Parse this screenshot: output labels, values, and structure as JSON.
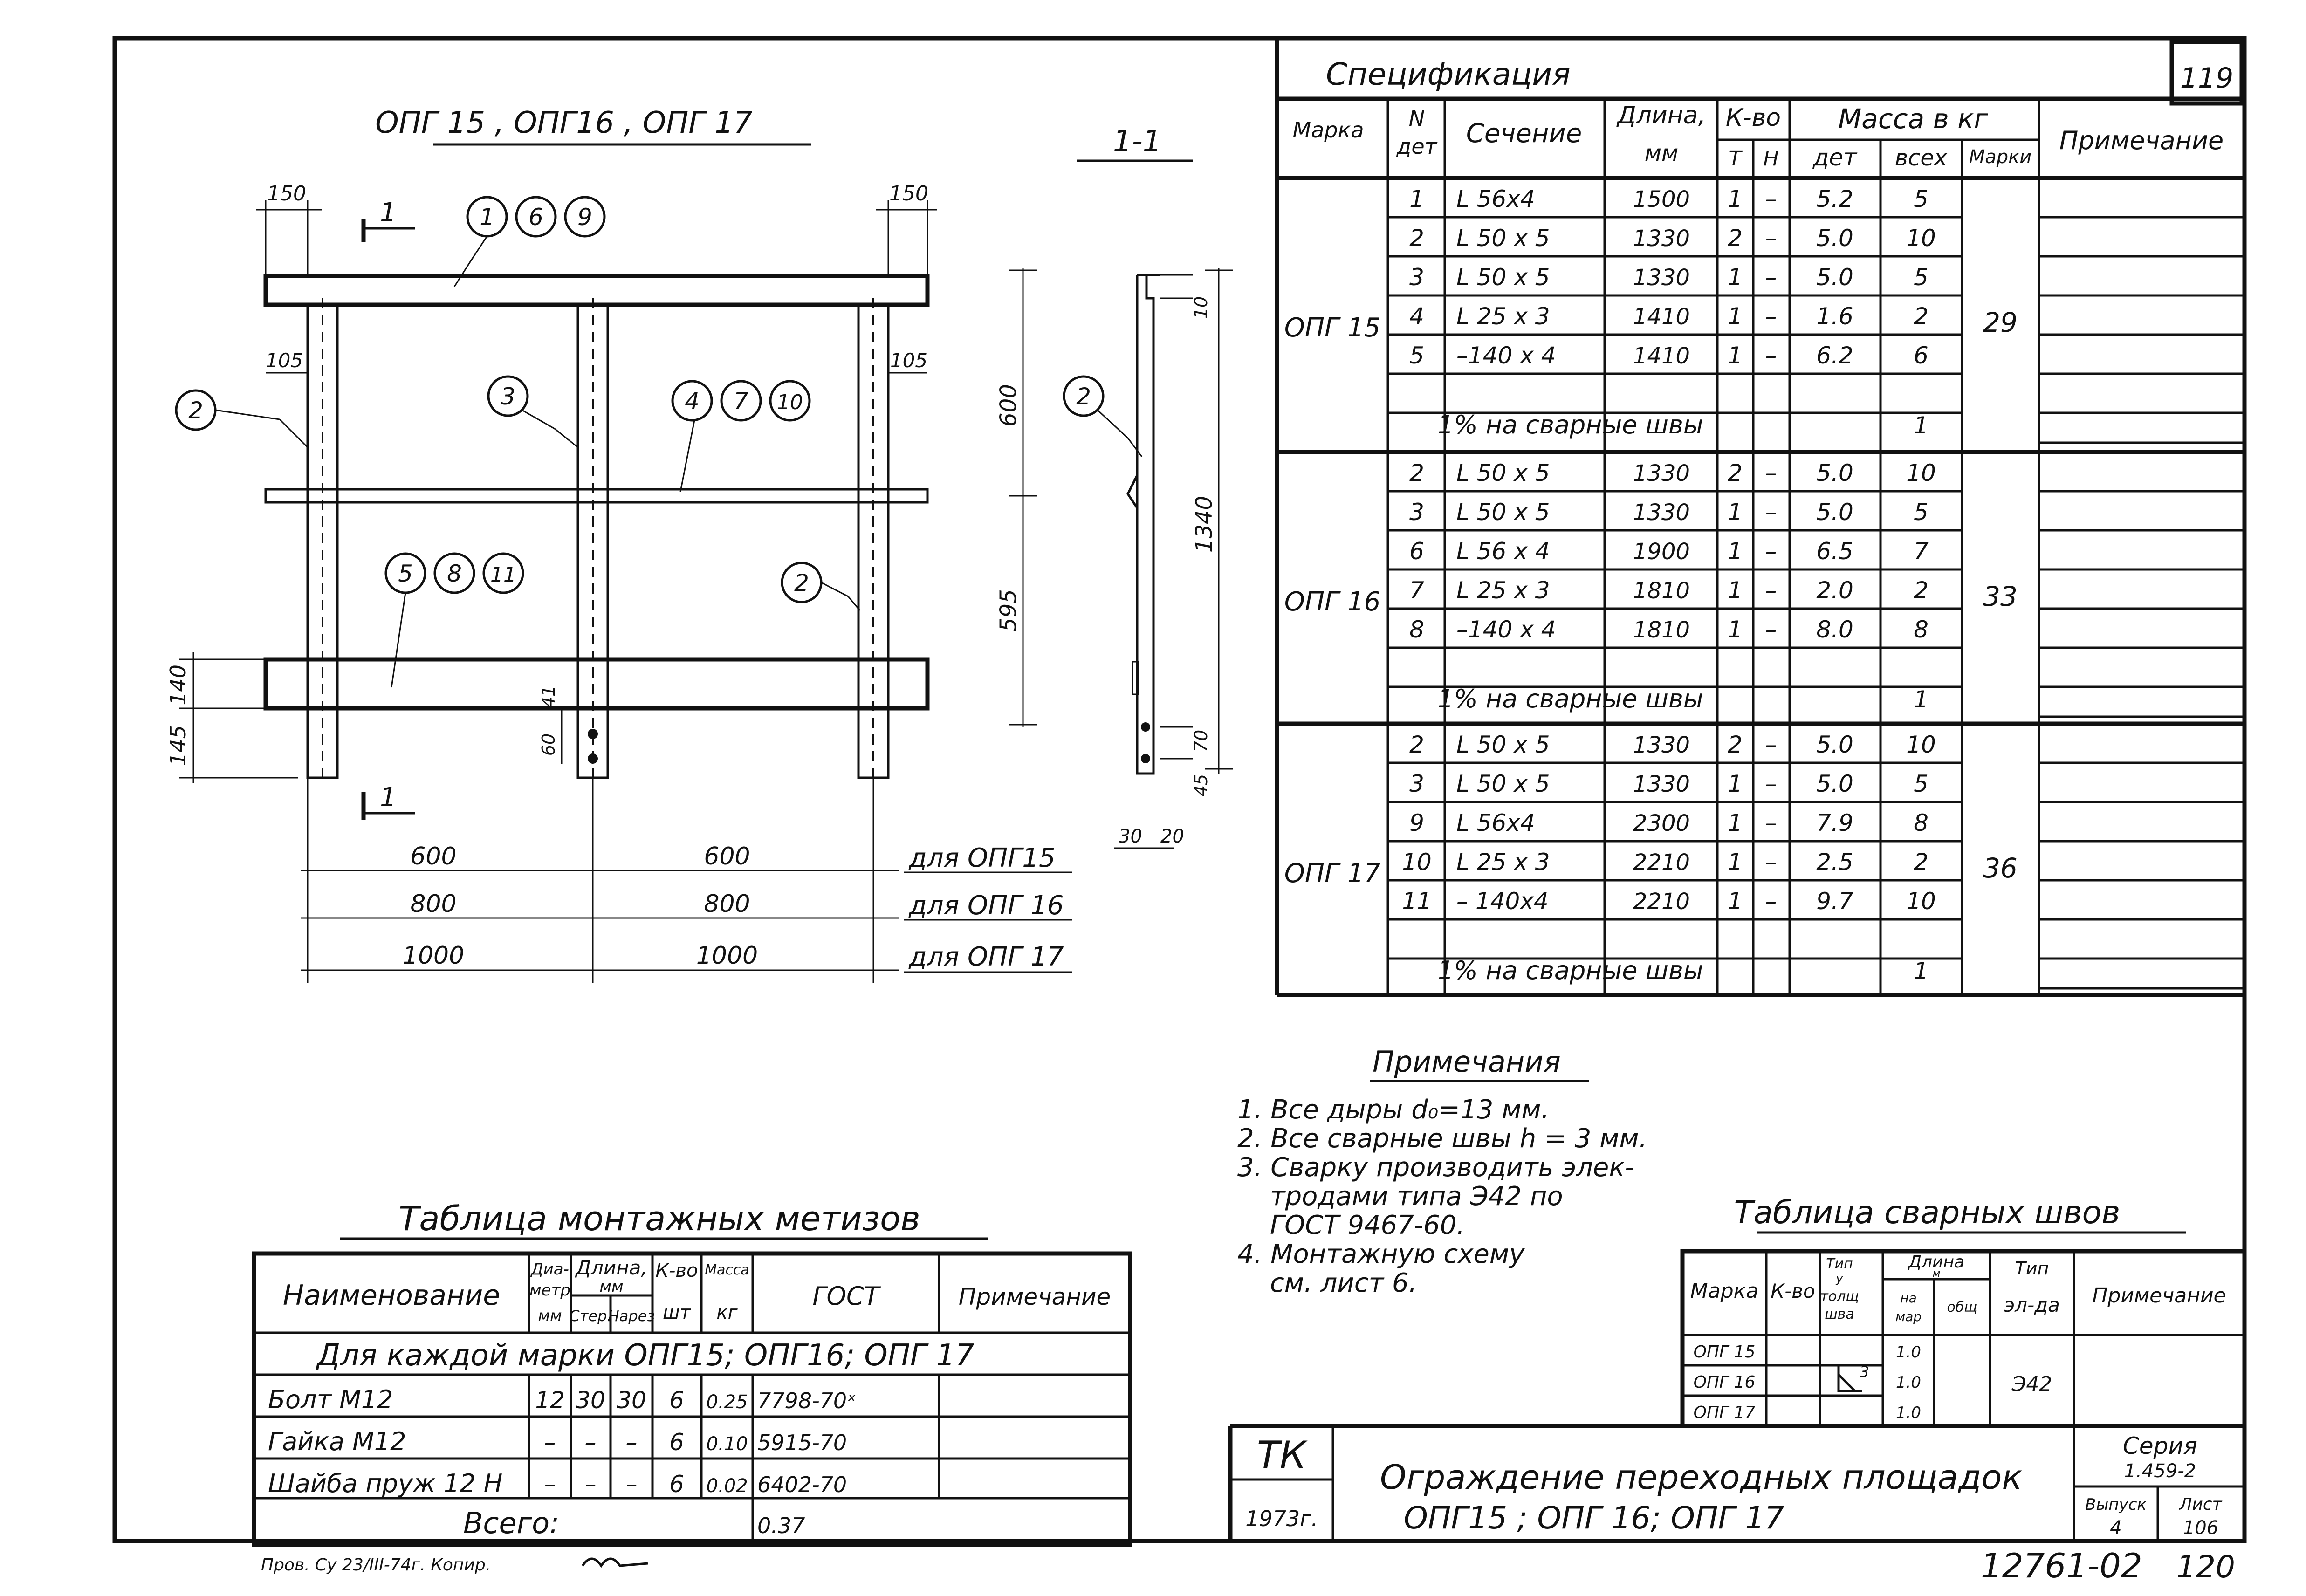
{
  "sheet_number": "119",
  "drawing": {
    "title": "ОПГ 15 , ОПГ16 , ОПГ 17",
    "section_title": "1-1",
    "section_mark": "1",
    "callouts": {
      "top_rail": [
        "1",
        "6",
        "9"
      ],
      "mid_rail": [
        "4",
        "7",
        "10"
      ],
      "bottom_plate": [
        "5",
        "8",
        "11"
      ],
      "post_left": "2",
      "post_mid": "3",
      "post_right": "2",
      "section_post": "2"
    },
    "dims": {
      "top_left": "150",
      "top_right": "150",
      "side_left": "105",
      "side_right": "105",
      "upper_span": "600",
      "lower_span": "595",
      "total_height": "1340",
      "plate_h": "140",
      "foot_h": "145",
      "hole_a": "41",
      "hole_b": "60",
      "sec_top": "10",
      "sec_b1": "70",
      "sec_b2": "45",
      "sec_w1": "30",
      "sec_w2": "20"
    },
    "spans": [
      {
        "a": "600",
        "b": "600",
        "label": "для ОПГ15"
      },
      {
        "a": "800",
        "b": "800",
        "label": "для ОПГ 16"
      },
      {
        "a": "1000",
        "b": "1000",
        "label": "для ОПГ 17"
      }
    ]
  },
  "spec": {
    "title": "Спецификация",
    "headers": {
      "marka": "Марка",
      "n": "N",
      "det": "дет",
      "section": "Сечение",
      "length": "Длина,",
      "mm": "мм",
      "qty": "К-во",
      "t": "Т",
      "n2": "Н",
      "mass": "Масса в кг",
      "m_det": "дет",
      "m_all": "всех",
      "m_mark": "Марки",
      "note": "Примечание"
    },
    "groups": [
      {
        "mark": "ОПГ 15",
        "total": "29",
        "weld_label": "1% на сварные швы",
        "weld_mass": "1",
        "rows": [
          {
            "n": "1",
            "sec": "L 56х4",
            "len": "1500",
            "t": "1",
            "h": "–",
            "m": "5.2",
            "all": "5"
          },
          {
            "n": "2",
            "sec": "L 50 х 5",
            "len": "1330",
            "t": "2",
            "h": "–",
            "m": "5.0",
            "all": "10"
          },
          {
            "n": "3",
            "sec": "L 50 х 5",
            "len": "1330",
            "t": "1",
            "h": "–",
            "m": "5.0",
            "all": "5"
          },
          {
            "n": "4",
            "sec": "L 25 х 3",
            "len": "1410",
            "t": "1",
            "h": "–",
            "m": "1.6",
            "all": "2"
          },
          {
            "n": "5",
            "sec": "–140 х 4",
            "len": "1410",
            "t": "1",
            "h": "–",
            "m": "6.2",
            "all": "6"
          }
        ]
      },
      {
        "mark": "ОПГ 16",
        "total": "33",
        "weld_label": "1% на сварные швы",
        "weld_mass": "1",
        "rows": [
          {
            "n": "2",
            "sec": "L 50 х 5",
            "len": "1330",
            "t": "2",
            "h": "–",
            "m": "5.0",
            "all": "10"
          },
          {
            "n": "3",
            "sec": "L 50 х 5",
            "len": "1330",
            "t": "1",
            "h": "–",
            "m": "5.0",
            "all": "5"
          },
          {
            "n": "6",
            "sec": "L 56 х 4",
            "len": "1900",
            "t": "1",
            "h": "–",
            "m": "6.5",
            "all": "7"
          },
          {
            "n": "7",
            "sec": "L 25 х 3",
            "len": "1810",
            "t": "1",
            "h": "–",
            "m": "2.0",
            "all": "2"
          },
          {
            "n": "8",
            "sec": "–140 х 4",
            "len": "1810",
            "t": "1",
            "h": "–",
            "m": "8.0",
            "all": "8"
          }
        ]
      },
      {
        "mark": "ОПГ 17",
        "total": "36",
        "weld_label": "1% на сварные швы",
        "weld_mass": "1",
        "rows": [
          {
            "n": "2",
            "sec": "L 50 х 5",
            "len": "1330",
            "t": "2",
            "h": "–",
            "m": "5.0",
            "all": "10"
          },
          {
            "n": "3",
            "sec": "L 50 х 5",
            "len": "1330",
            "t": "1",
            "h": "–",
            "m": "5.0",
            "all": "5"
          },
          {
            "n": "9",
            "sec": "L 56х4",
            "len": "2300",
            "t": "1",
            "h": "–",
            "m": "7.9",
            "all": "8"
          },
          {
            "n": "10",
            "sec": "L 25 х 3",
            "len": "2210",
            "t": "1",
            "h": "–",
            "m": "2.5",
            "all": "2"
          },
          {
            "n": "11",
            "sec": "– 140х4",
            "len": "2210",
            "t": "1",
            "h": "–",
            "m": "9.7",
            "all": "10"
          }
        ]
      }
    ]
  },
  "notes": {
    "title": "Примечания",
    "items": [
      "1. Все дыры  d₀=13 мм.",
      "2. Все сварные швы  h = 3 мм.",
      "3. Сварку производить элек-",
      "тродами типа Э42 по",
      "ГОСТ 9467-60.",
      "4. Монтажную схему",
      "см. лист 6."
    ]
  },
  "hardware": {
    "title": "Таблица монтажных метизов",
    "headers": {
      "name": "Наименование",
      "dia1": "Диа-",
      "dia2": "метр",
      "dia3": "мм",
      "len": "Длина,",
      "len_mm": "мм",
      "len_a": "Стер.",
      "len_b": "Нарез",
      "qty1": "К-во",
      "qty2": "шт",
      "mass1": "Масса",
      "mass2": "кг",
      "gost": "ГОСТ",
      "note": "Примечание"
    },
    "span_row": "Для каждой марки ОПГ15; ОПГ16; ОПГ 17",
    "rows": [
      {
        "name": "Болт М12",
        "dia": "12",
        "a": "30",
        "b": "30",
        "qty": "6",
        "mass": "0.25",
        "gost": "7798-70ˣ"
      },
      {
        "name": "Гайка М12",
        "dia": "–",
        "a": "–",
        "b": "–",
        "qty": "6",
        "mass": "0.10",
        "gost": "5915-70"
      },
      {
        "name": "Шайба пруж 12 Н",
        "dia": "–",
        "a": "–",
        "b": "–",
        "qty": "6",
        "mass": "0.02",
        "gost": "6402-70"
      }
    ],
    "total_label": "Всего:",
    "total_mass": "0.37"
  },
  "welds": {
    "title": "Таблица сварных швов",
    "headers": {
      "marka": "Марка",
      "qty": "К-во",
      "type1": "Тип",
      "type2": "у",
      "type3": "толщ",
      "type4": "шва",
      "len": "Длина",
      "len_unit": "м",
      "len_a1": "на",
      "len_a2": "мар",
      "len_b": "общ",
      "el1": "Тип",
      "el2": "эл-да",
      "note": "Примечание"
    },
    "rows": [
      {
        "mark": "ОПГ 15",
        "len": "1.0"
      },
      {
        "mark": "ОПГ 16",
        "len": "1.0"
      },
      {
        "mark": "ОПГ 17",
        "len": "1.0"
      }
    ],
    "weld_symbol": "3",
    "electrode": "Э42"
  },
  "title_block": {
    "org": "ТК",
    "year": "1973г.",
    "title_line1": "Ограждение переходных площадок",
    "title_line2": "ОПГ15 ; ОПГ 16; ОПГ 17",
    "series_label": "Серия",
    "series_value": "1.459-2",
    "issue_label": "Выпуск",
    "issue_value": "4",
    "sheet_label": "Лист",
    "sheet_value": "106"
  },
  "footer": {
    "signature_note": "Пров. Су 23/III-74г. Копир.",
    "code": "12761-02",
    "page": "120"
  }
}
